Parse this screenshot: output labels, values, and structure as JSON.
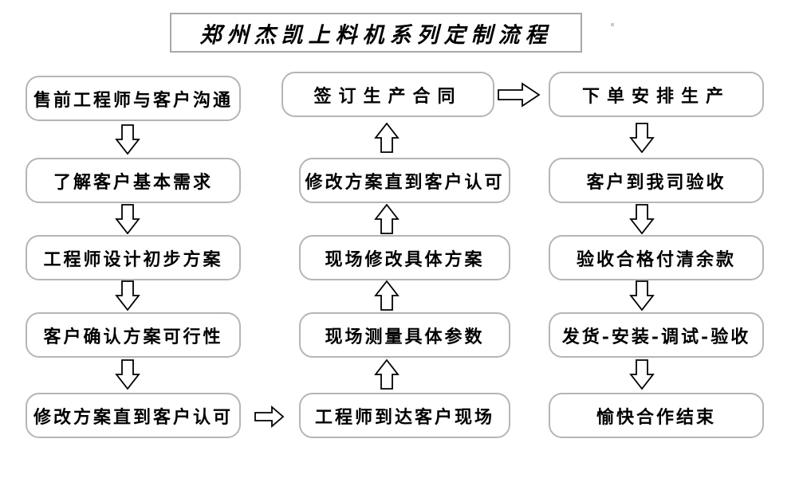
{
  "title": "郑州杰凯上料机系列定制流程",
  "columns": [
    {
      "id": "left",
      "flow_direction": "down",
      "boxes": [
        "售前工程师与客户沟通",
        "了解客户基本需求",
        "工程师设计初步方案",
        "客户确认方案可行性",
        "修改方案直到客户认可"
      ]
    },
    {
      "id": "middle",
      "flow_direction": "up",
      "boxes": [
        "签订生产合同",
        "修改方案直到客户认可",
        "现场修改具体方案",
        "现场测量具体参数",
        "工程师到达客户现场"
      ]
    },
    {
      "id": "right",
      "flow_direction": "down",
      "boxes": [
        "下单安排生产",
        "客户到我司验收",
        "验收合格付清余款",
        "发货-安装-调试-验收",
        "愉快合作结束"
      ]
    }
  ],
  "icons": {
    "down_arrow": "⇩",
    "up_arrow": "⇧",
    "right_arrow": "⇨"
  },
  "colors": {
    "background": "#ffffff",
    "box_border": "#b5b5b5",
    "title_border": "#a8a8a8",
    "text": "#000000",
    "arrow_fill": "#ffffff",
    "arrow_stroke": "#000000"
  }
}
